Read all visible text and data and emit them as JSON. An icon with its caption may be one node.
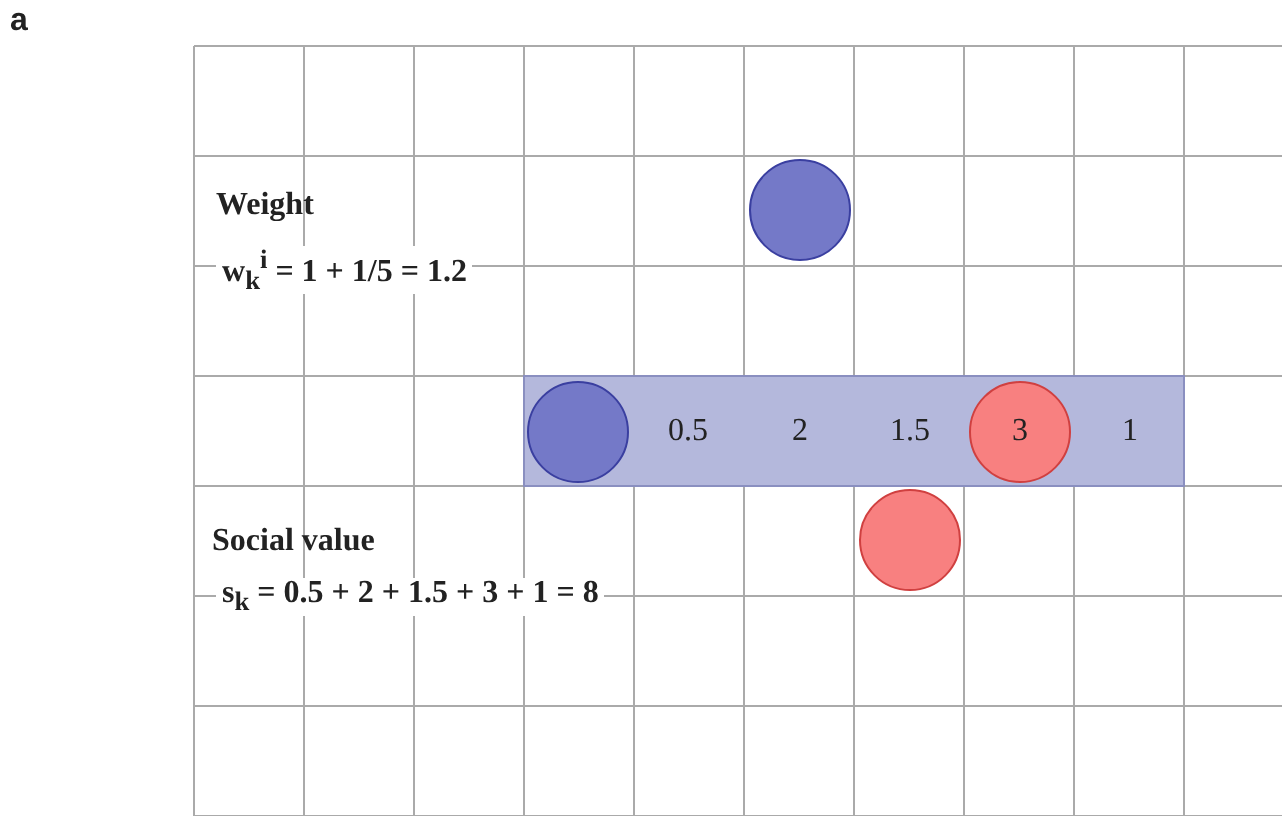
{
  "diagram": {
    "labels": [
      "a",
      "Weight",
      "w$_{k}$$^{i}$ = 1 + 1/5 = 1.2",
      "0.5",
      "2",
      "1.5",
      "3",
      "1",
      "Social value",
      "s$_{k}$ = 0.5 + 2 + 1.5 + 3 + 1 = 8"
    ]
  }
}
